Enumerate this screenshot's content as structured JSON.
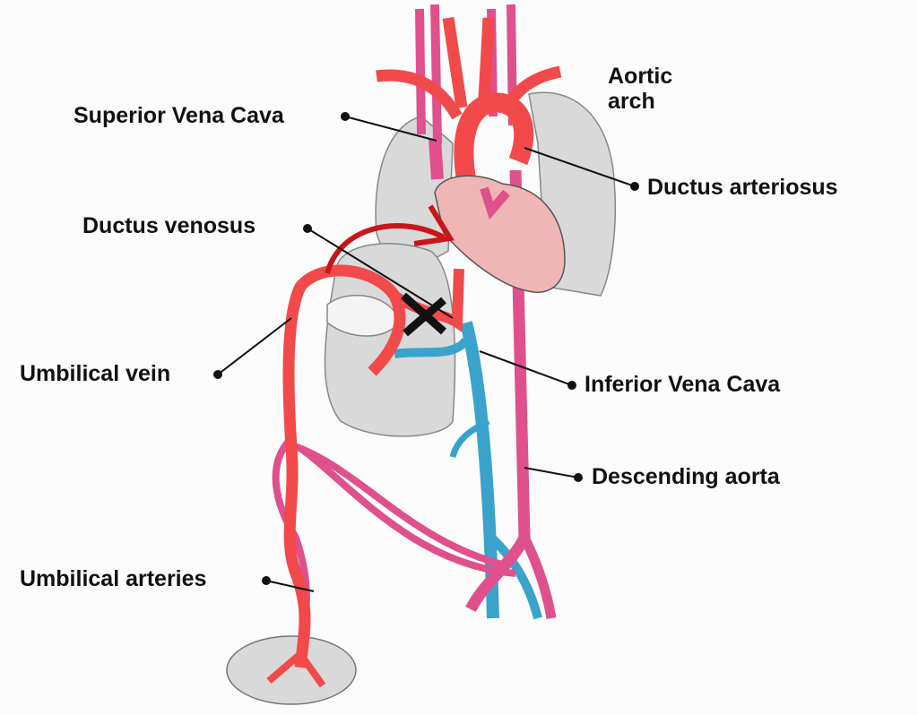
{
  "title": "Fetal circulation",
  "labels": {
    "aortic_arch_line1": "Aortic",
    "aortic_arch_line2": "arch",
    "superior_vena_cava": "Superior Vena Cava",
    "ductus_arteriosus": "Ductus arteriosus",
    "ductus_venosus": "Ductus venosus",
    "umbilical_vein": "Umbilical vein",
    "inferior_vena_cava": "Inferior Vena Cava",
    "descending_aorta": "Descending aorta",
    "umbilical_arteries": "Umbilical arteries"
  },
  "colors": {
    "oxygenated": "#f24a4a",
    "mixed": "#e0508c",
    "deoxygenated": "#3aa3cc",
    "organ": "#d8d8d8",
    "heart": "#f0b5b5",
    "bypass_arrow": "#c8161a"
  }
}
